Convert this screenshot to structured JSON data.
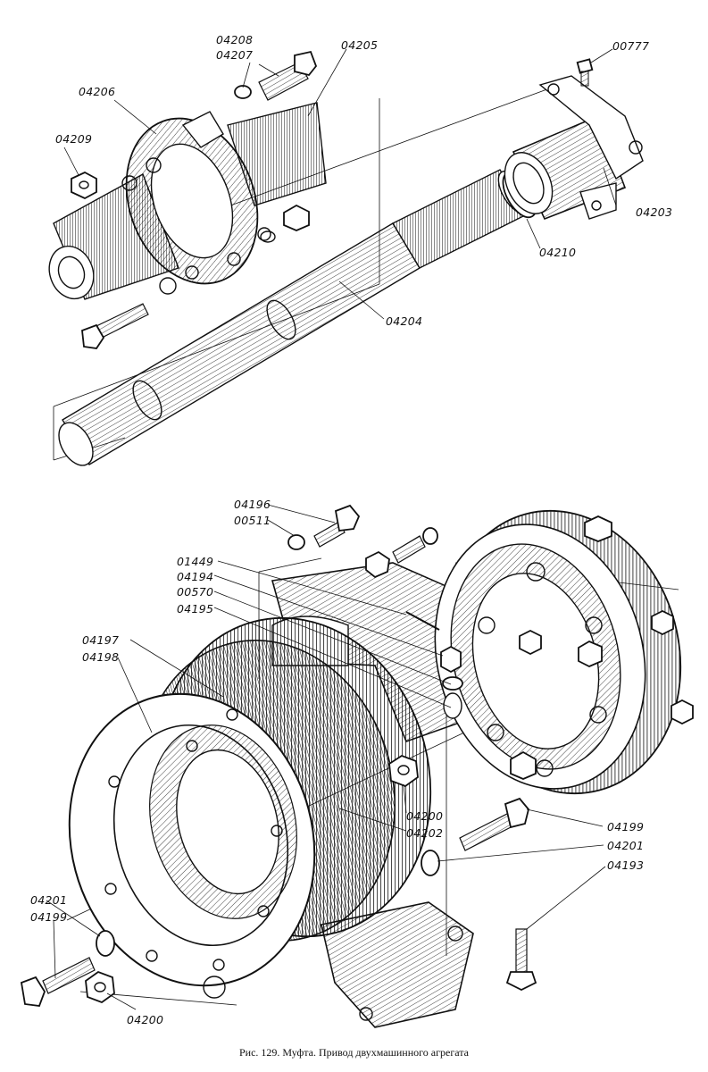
{
  "caption": "Рис. 129. Муфта. Привод двухмашинного агрегата",
  "labels": {
    "p04208": "04208",
    "p04207": "04207",
    "p04205": "04205",
    "p04206": "04206",
    "p04209": "04209",
    "p00777": "00777",
    "p04203": "04203",
    "p04210": "04210",
    "p04204": "04204",
    "p04196": "04196",
    "p00511": "00511",
    "p01449": "01449",
    "p04194": "04194",
    "p00570": "00570",
    "p04195": "04195",
    "p04197": "04197",
    "p04198": "04198",
    "p04200a": "04200",
    "p04202": "04202",
    "p04199a": "04199",
    "p04201a": "04201",
    "p04193": "04193",
    "p04201b": "04201",
    "p04199b": "04199",
    "p04200b": "04200"
  }
}
